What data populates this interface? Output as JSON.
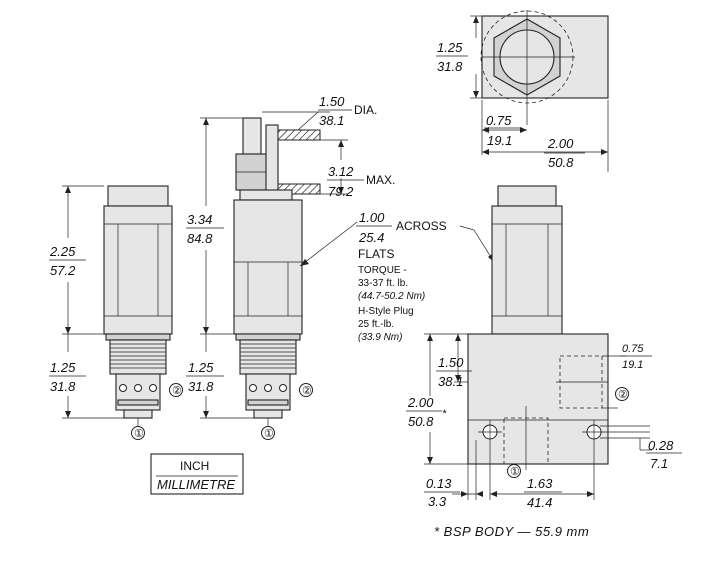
{
  "dimensions": {
    "top_height": {
      "inch": "1.25",
      "mm": "31.8"
    },
    "top_offset": {
      "inch": "0.75",
      "mm": "19.1"
    },
    "top_width": {
      "inch": "2.00",
      "mm": "50.8"
    },
    "handwheel_dia": {
      "inch": "1.50",
      "mm": "38.1",
      "suffix": "DIA."
    },
    "adjust_max": {
      "inch": "3.12",
      "mm": "79.2",
      "suffix": "MAX."
    },
    "overall_height": {
      "inch": "3.34",
      "mm": "84.8"
    },
    "flats": {
      "inch": "1.00",
      "mm": "25.4",
      "suffix": "ACROSS",
      "label": "FLATS"
    },
    "left_body": {
      "inch": "2.25",
      "mm": "57.2"
    },
    "left_thread": {
      "inch": "1.25",
      "mm": "31.8"
    },
    "mid_thread": {
      "inch": "1.25",
      "mm": "31.8"
    },
    "body_port_offset": {
      "inch": "1.50",
      "mm": "38.1"
    },
    "body_height": {
      "inch": "2.00",
      "mm": "50.8",
      "mark": "*"
    },
    "side_port": {
      "inch": "0.75",
      "mm": "19.1"
    },
    "mount_hole": {
      "inch": "0.28",
      "mm": "7.1"
    },
    "bottom_offset": {
      "inch": "0.13",
      "mm": "3.3"
    },
    "hole_spacing": {
      "inch": "1.63",
      "mm": "41.4"
    }
  },
  "torque": {
    "title": "TORQUE -",
    "value": "33-37 ft. lb.",
    "metric": "(44.7-50.2 Nm)",
    "plug_label": "H-Style Plug",
    "plug_value": "25 ft.-lb.",
    "plug_metric": "(33.9 Nm)"
  },
  "ports": {
    "one": "①",
    "two": "②"
  },
  "units_legend": {
    "inch": "INCH",
    "mm": "MILLIMETRE"
  },
  "footnote": "* BSP BODY — 55.9 mm"
}
